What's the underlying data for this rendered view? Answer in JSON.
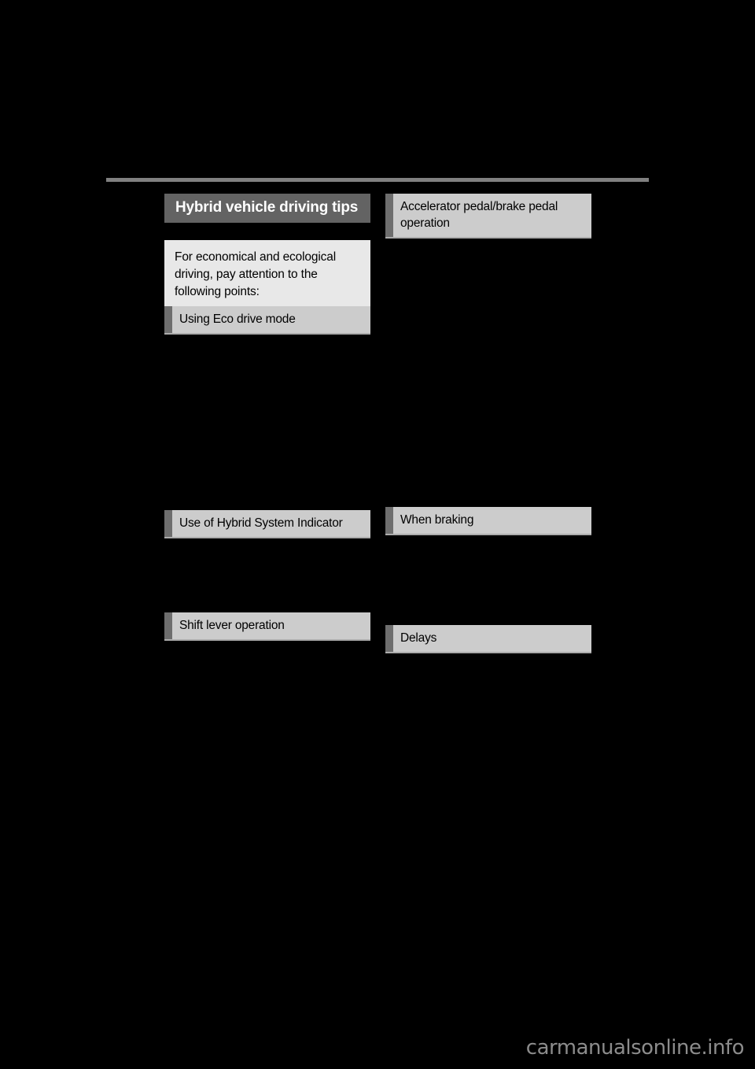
{
  "page": {
    "background_color": "#000000",
    "rule_color": "#808080"
  },
  "colors": {
    "title_bar_bg": "#636363",
    "title_bar_text": "#ffffff",
    "intro_panel_bg": "#e8e8e8",
    "subhead_bg": "#cccccc",
    "subhead_tab": "#6e6e6e",
    "body_text": "#000000",
    "watermark": "#8c8c8c"
  },
  "left_column": {
    "title": {
      "label": "Hybrid vehicle driving tips"
    },
    "intro": {
      "text": "For economical and ecological driving, pay attention to the following points:"
    },
    "sections": [
      {
        "label": "Using Eco drive mode"
      },
      {
        "label": "Use of Hybrid System Indicator"
      },
      {
        "label": "Shift lever operation"
      }
    ]
  },
  "right_column": {
    "sections": [
      {
        "label": "Accelerator pedal/brake pedal operation"
      },
      {
        "label": "When braking"
      },
      {
        "label": "Delays"
      }
    ]
  },
  "footer": {
    "watermark": "carmanualsonline.info"
  }
}
